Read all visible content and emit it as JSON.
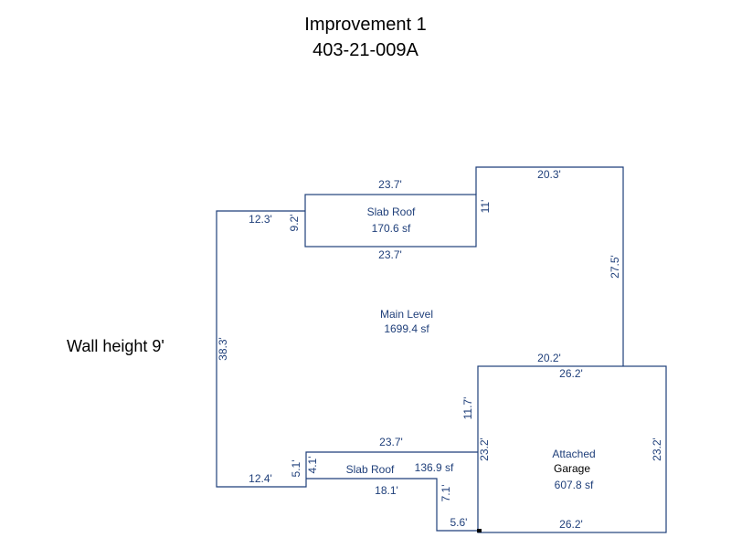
{
  "header": {
    "title": "Improvement 1",
    "parcel": "403-21-009A"
  },
  "wall_note": "Wall height 9'",
  "areas": {
    "slab_roof_top": {
      "label": "Slab Roof",
      "sf": "170.6 sf"
    },
    "main_level": {
      "label": "Main Level",
      "sf": "1699.4 sf"
    },
    "slab_roof_bottom": {
      "label": "Slab Roof",
      "sf": "136.9 sf"
    },
    "garage": {
      "label1": "Attached",
      "label2": "Garage",
      "sf": "607.8 sf"
    }
  },
  "dims": {
    "top_slab_top": "23.7'",
    "top_slab_bottom": "23.7'",
    "top_slab_left": "9.2'",
    "top_slab_right": "11'",
    "upper_right_top": "20.3'",
    "upper_right_side": "27.5'",
    "left_top_run": "12.3'",
    "left_side": "38.3'",
    "left_bottom_run": "12.4'",
    "main_right_run": "20.2'",
    "main_right_drop": "11.7'",
    "garage_top": "26.2'",
    "garage_left": "23.2'",
    "garage_right": "23.2'",
    "garage_bottom": "26.2'",
    "bottom_slab_top": "23.7'",
    "bottom_slab_left_outer": "5.1'",
    "bottom_slab_left_inner": "4.1'",
    "bottom_slab_bottom": "18.1'",
    "bottom_slab_right": "7.1'",
    "bottom_step": "5.6'"
  }
}
